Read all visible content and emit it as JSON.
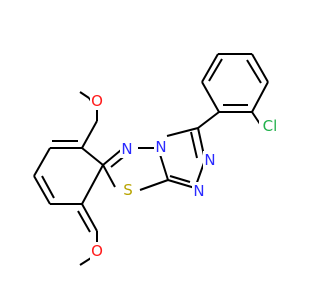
{
  "molecule": {
    "atoms": [
      {
        "id": "S",
        "label": "S",
        "color": "#b8a400"
      },
      {
        "id": "N1",
        "label": "N",
        "color": "#2a2aff"
      },
      {
        "id": "N2",
        "label": "N",
        "color": "#2a2aff"
      },
      {
        "id": "N3",
        "label": "N",
        "color": "#2a2aff"
      },
      {
        "id": "N4",
        "label": "N",
        "color": "#2a2aff"
      },
      {
        "id": "Cl",
        "label": "Cl",
        "color": "#22b14c"
      },
      {
        "id": "O1",
        "label": "O",
        "color": "#ff1a1a"
      },
      {
        "id": "O2",
        "label": "O",
        "color": "#ff1a1a"
      }
    ]
  }
}
